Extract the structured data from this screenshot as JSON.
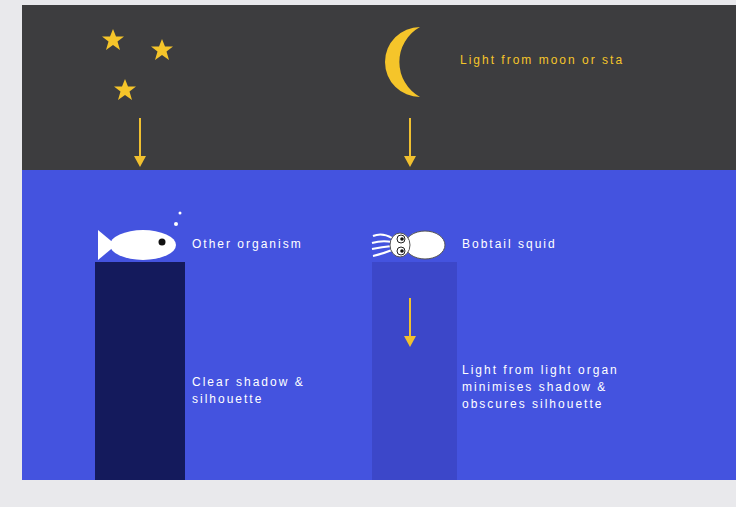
{
  "diagram": {
    "labels": [
      "Light from moon or sta",
      "Other organism",
      "Bobtail squid",
      "Clear shadow & silhouette",
      "Light from light organ minimises shadow & obscures silhouette"
    ]
  }
}
